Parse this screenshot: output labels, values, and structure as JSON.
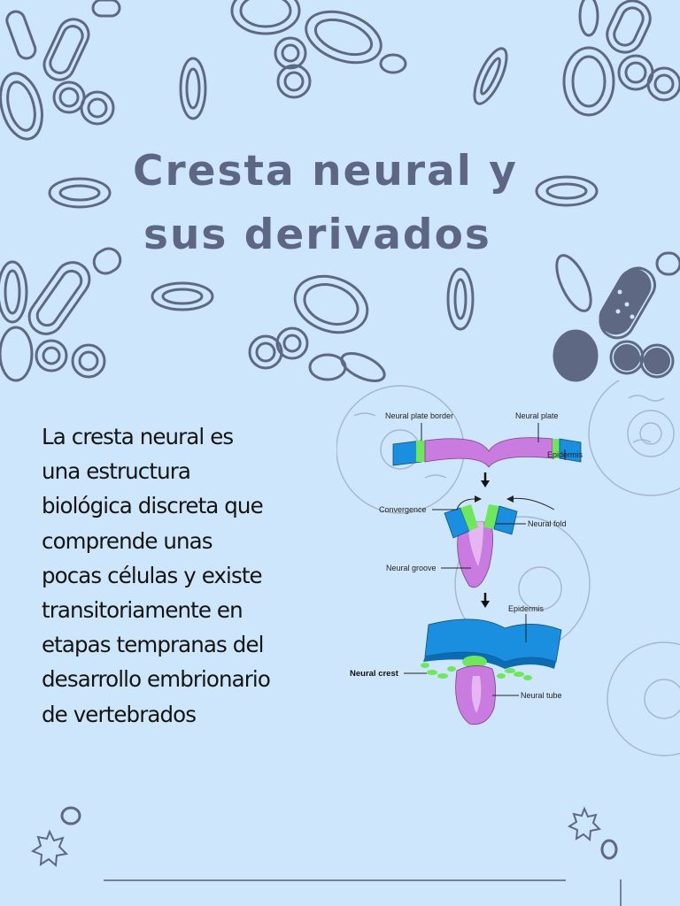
{
  "title": {
    "line1": "Cresta neural y",
    "line2": "sus derivados"
  },
  "body": {
    "lines": [
      "La cresta neural es",
      "una estructura",
      "biológica discreta que",
      "comprende unas",
      "pocas células y existe",
      "transitoriamente en",
      "etapas tempranas del",
      "desarrollo embrionario",
      "de vertebrados"
    ]
  },
  "diagram": {
    "labels": {
      "neural_plate_border": "Neural plate border",
      "neural_plate": "Neural plate",
      "epidermis_top": "Epidermis",
      "convergence": "Convergence",
      "neural_fold": "Neural fold",
      "neural_groove": "Neural groove",
      "epidermis_bottom": "Epidermis",
      "neural_crest": "Neural crest",
      "neural_tube": "Neural tube"
    },
    "colors": {
      "epidermis": "#1a8fe0",
      "neural_plate": "#c97be0",
      "neural_crest": "#6ee85a"
    }
  },
  "decoration": {
    "outline_color": "#5f6882",
    "background": "#cde6fb",
    "icons": [
      "cell-icon",
      "bacteria-icon",
      "virus-icon"
    ]
  }
}
